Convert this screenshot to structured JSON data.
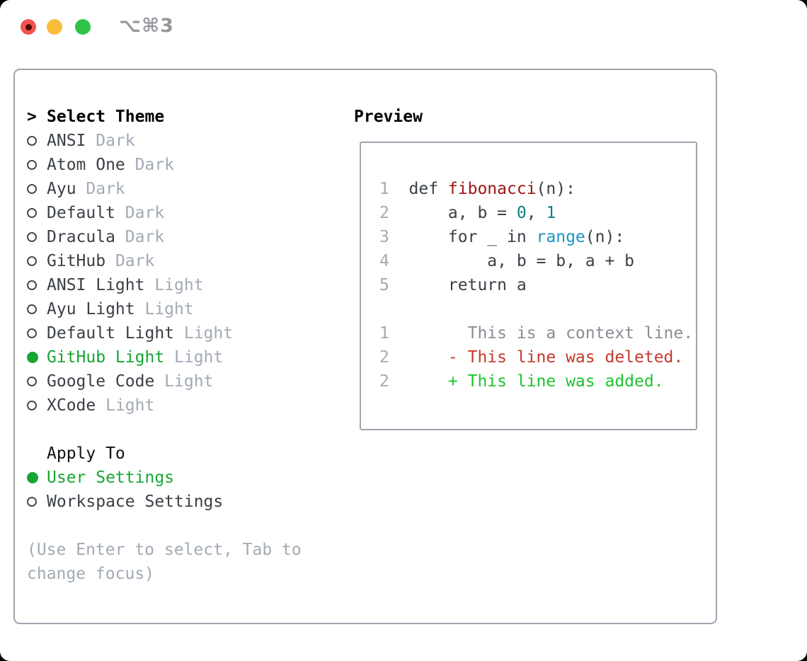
{
  "titlebar": {
    "title": "⌥⌘3"
  },
  "theme_list": {
    "prompt": ">",
    "title": "Select Theme",
    "items": [
      {
        "name": "ANSI",
        "variant": "Dark",
        "selected": false
      },
      {
        "name": "Atom One",
        "variant": "Dark",
        "selected": false
      },
      {
        "name": "Ayu",
        "variant": "Dark",
        "selected": false
      },
      {
        "name": "Default",
        "variant": "Dark",
        "selected": false
      },
      {
        "name": "Dracula",
        "variant": "Dark",
        "selected": false
      },
      {
        "name": "GitHub",
        "variant": "Dark",
        "selected": false
      },
      {
        "name": "ANSI Light",
        "variant": "Light",
        "selected": false
      },
      {
        "name": "Ayu Light",
        "variant": "Light",
        "selected": false
      },
      {
        "name": "Default Light",
        "variant": "Light",
        "selected": false
      },
      {
        "name": "GitHub Light",
        "variant": "Light",
        "selected": true
      },
      {
        "name": "Google Code",
        "variant": "Light",
        "selected": false
      },
      {
        "name": "XCode",
        "variant": "Light",
        "selected": false
      }
    ]
  },
  "apply_to": {
    "title": "Apply To",
    "options": [
      {
        "name": "User Settings",
        "selected": true
      },
      {
        "name": "Workspace Settings",
        "selected": false
      }
    ]
  },
  "help_lines": [
    "(Use Enter to select, Tab to",
    "change focus)"
  ],
  "preview": {
    "title": "Preview",
    "lines": [
      {
        "num": "1",
        "tokens": [
          {
            "text": "def ",
            "style": "keyword"
          },
          {
            "text": "fibonacci",
            "style": "title"
          },
          {
            "text": "(n):",
            "style": "plain"
          }
        ]
      },
      {
        "num": "2",
        "tokens": [
          {
            "text": "    a, b = ",
            "style": "plain"
          },
          {
            "text": "0",
            "style": "number"
          },
          {
            "text": ", ",
            "style": "plain"
          },
          {
            "text": "1",
            "style": "number"
          }
        ]
      },
      {
        "num": "3",
        "tokens": [
          {
            "text": "    for _ in ",
            "style": "plain"
          },
          {
            "text": "range",
            "style": "builtin"
          },
          {
            "text": "(n):",
            "style": "plain"
          }
        ]
      },
      {
        "num": "4",
        "tokens": [
          {
            "text": "        a, b = b, a + b",
            "style": "plain"
          }
        ]
      },
      {
        "num": "5",
        "tokens": [
          {
            "text": "    return a",
            "style": "plain"
          }
        ]
      },
      {
        "num": "",
        "tokens": []
      },
      {
        "num": "1",
        "tokens": [
          {
            "text": "      This is a context line.",
            "style": "context"
          }
        ]
      },
      {
        "num": "2",
        "tokens": [
          {
            "text": "    - This line was deleted.",
            "style": "deleted"
          }
        ]
      },
      {
        "num": "2",
        "tokens": [
          {
            "text": "    + This line was added.",
            "style": "added"
          }
        ]
      }
    ]
  },
  "colors": {
    "panel_border": "#9da4ad",
    "accent_green": "#17a634",
    "muted_gray": "#a2aab4",
    "text_dark": "#3b4046",
    "syntax_title_red": "#a01616",
    "syntax_number_teal": "#0e7f80",
    "syntax_builtin_blue": "#1d94c4",
    "diff_deleted_red": "#c6392c",
    "diff_added_green": "#1fc331",
    "traffic_red": "#f4534f",
    "traffic_yellow": "#f9bd3b",
    "traffic_green": "#30c34a"
  }
}
